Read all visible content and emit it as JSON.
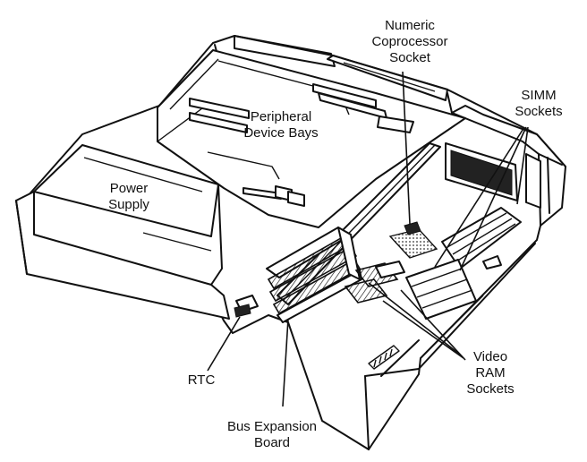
{
  "labels": {
    "numeric_coprocessor": [
      "Numeric",
      "Coprocessor",
      "Socket"
    ],
    "simm_sockets": [
      "SIMM",
      "Sockets"
    ],
    "peripheral_device_bays": [
      "Peripheral",
      "Device Bays"
    ],
    "power_supply": [
      "Power",
      "Supply"
    ],
    "video_ram_sockets": [
      "Video",
      "RAM",
      "Sockets"
    ],
    "rtc": [
      "RTC"
    ],
    "bus_expansion_board": [
      "Bus Expansion",
      "Board"
    ]
  }
}
